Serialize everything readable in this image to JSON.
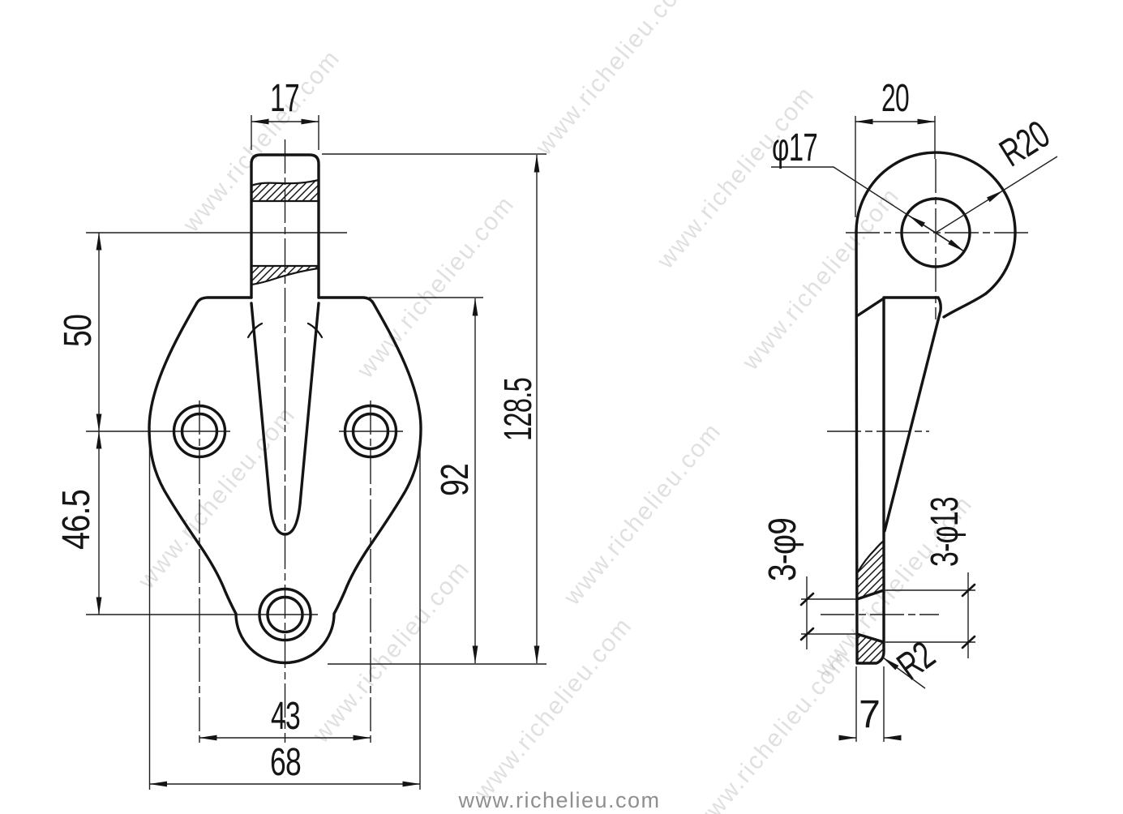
{
  "colors": {
    "background": "#ffffff",
    "line": "#141414",
    "dim_text": "#161616",
    "watermark": "#9a9a9a",
    "footer_text": "#8f8f8f"
  },
  "watermark": {
    "text": "www.richelieu.com"
  },
  "footer": {
    "text": "www.richelieu.com"
  },
  "views": {
    "front": {
      "dims": {
        "stem_width": "17",
        "upper_span": "50",
        "lower_span": "46.5",
        "body_height": "92",
        "overall_height": "128.5",
        "hole_spacing": "43",
        "overall_width": "68"
      }
    },
    "side": {
      "dims": {
        "eye_width": "20",
        "eye_hole": "φ17",
        "eye_radius": "R20",
        "front_holes": "3-φ9",
        "back_holes": "3-φ13",
        "corner_radius": "R2",
        "thickness": "7"
      }
    }
  }
}
